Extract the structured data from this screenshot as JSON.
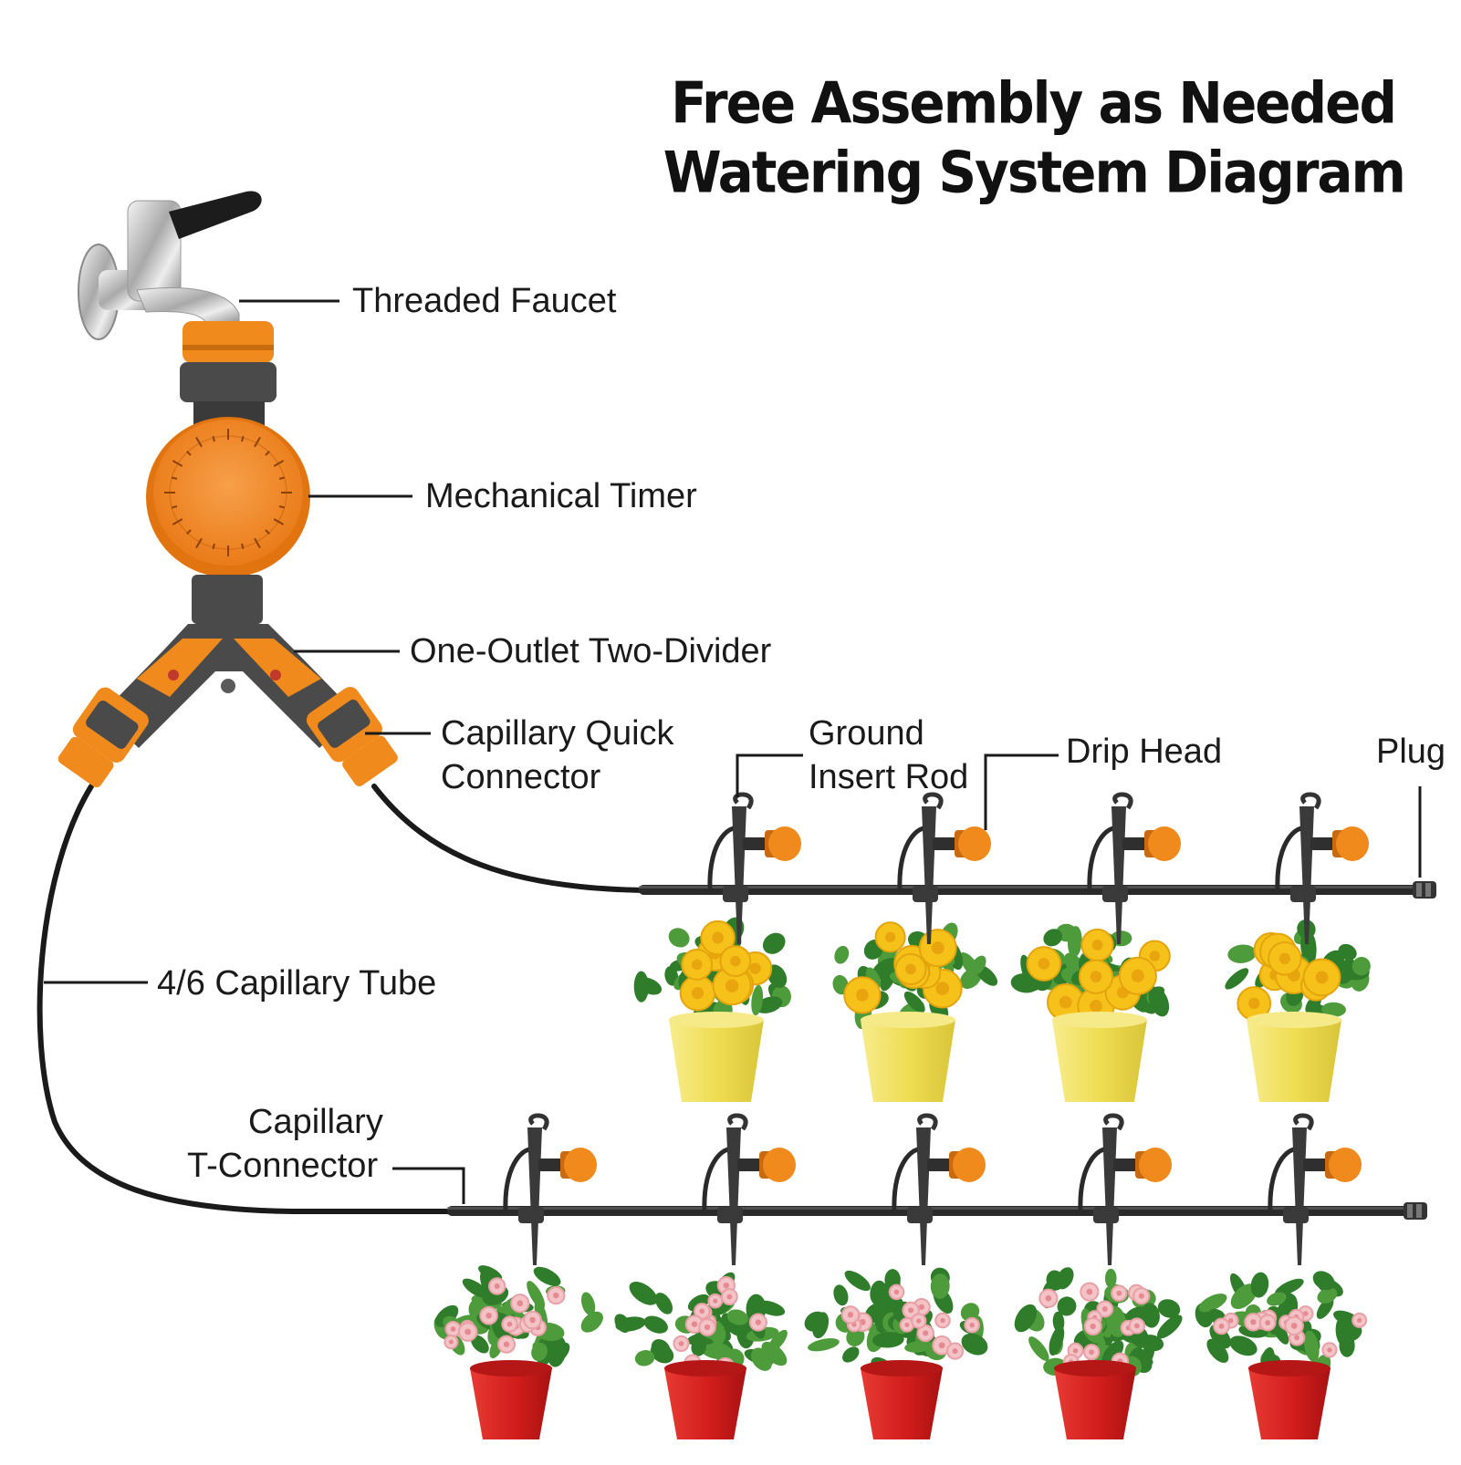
{
  "title": {
    "line1": "Free Assembly as Needed",
    "line2": "Watering System Diagram"
  },
  "labels": {
    "threaded_faucet": "Threaded Faucet",
    "mechanical_timer": "Mechanical Timer",
    "two_divider": "One-Outlet Two-Divider",
    "quick_connector_line1": "Capillary Quick",
    "quick_connector_line2": "Connector",
    "ground_rod_line1": "Ground",
    "ground_rod_line2": "Insert Rod",
    "drip_head": "Drip Head",
    "plug": "Plug",
    "capillary_tube": "4/6 Capillary Tube",
    "t_connector_line1": "Capillary",
    "t_connector_line2": "T-Connector"
  },
  "colors": {
    "orange": "#f08a1c",
    "dark_grey": "#4a4a4a",
    "tube": "#1a1a1a",
    "yellow_pot": "#f2e26a",
    "red_pot": "#d9211f",
    "yellow_flower": "#f6c21a",
    "pink_flower": "#f3c3c6",
    "leaf": "#2f7d2a"
  }
}
